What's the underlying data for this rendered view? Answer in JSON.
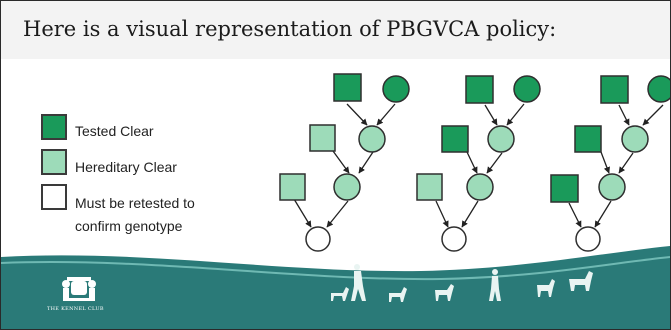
{
  "title": "Here is a visual representation of PBGVCA policy:",
  "legend": [
    {
      "label": "Tested Clear",
      "fill": "#1a9a5a"
    },
    {
      "label": "Hereditary Clear",
      "fill": "#9ddbb9"
    },
    {
      "label": "Must be retested to confirm genotype",
      "line1": "Must be retested to",
      "line2": "confirm genotype",
      "fill": "#ffffff"
    }
  ],
  "colors": {
    "tested_clear": "#1a9a5a",
    "hereditary_clear": "#9ddbb9",
    "unknown": "#ffffff",
    "band": "#2a7a78"
  },
  "brand": {
    "name": "THE KENNEL CLUB",
    "logo_icon": "kennel-club-crest-icon"
  }
}
